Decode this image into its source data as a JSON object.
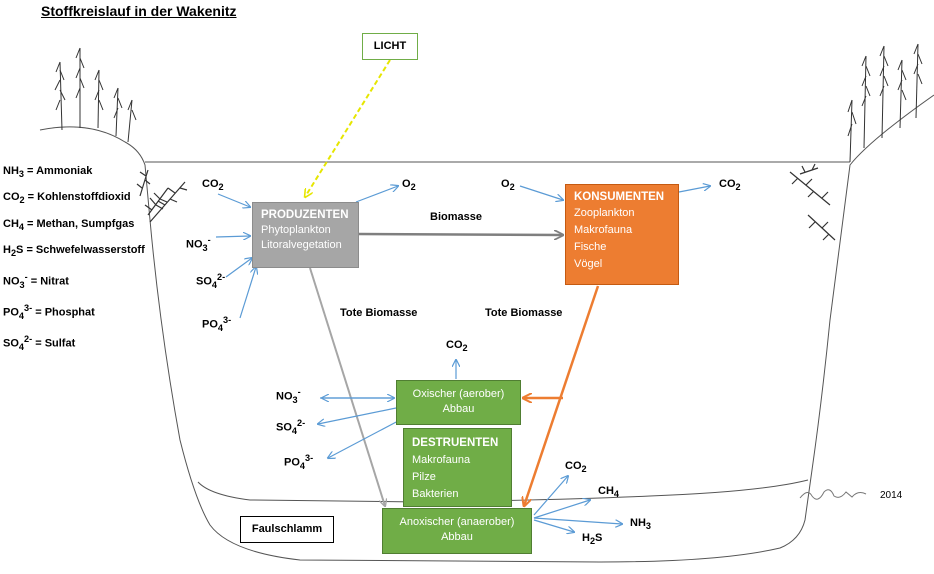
{
  "title": "Stoffkreislauf in der Wakenitz",
  "legend": [
    {
      "formula": "NH",
      "sub": "3",
      "sup": "",
      "text": " = Ammoniak"
    },
    {
      "formula": "CO",
      "sub": "2",
      "sup": "",
      "text": " = Kohlenstoffdioxid"
    },
    {
      "formula": "CH",
      "sub": "4",
      "sup": "",
      "text": " = Methan, Sumpfgas"
    },
    {
      "formula": "H",
      "sub": "2",
      "sup": "",
      "text": "S = Schwefelwasserstoff"
    },
    {
      "formula": "NO",
      "sub": "3",
      "sup": "-",
      "text": " = Nitrat"
    },
    {
      "formula": "PO",
      "sub": "4",
      "sup": "3-",
      "text": " = Phosphat"
    },
    {
      "formula": "SO",
      "sub": "4",
      "sup": "2-",
      "text": " = Sulfat"
    }
  ],
  "licht": "LICHT",
  "produzenten": {
    "head": "PRODUZENTEN",
    "items": [
      "Phytoplankton",
      "Litoralvegetation"
    ]
  },
  "konsumenten": {
    "head": "KONSUMENTEN",
    "items": [
      "Zooplankton",
      "Makrofauna",
      "Fische",
      "Vögel"
    ]
  },
  "oxischer": {
    "line1": "Oxischer (aerober)",
    "line2": "Abbau"
  },
  "destruenten": {
    "head": "DESTRUENTEN",
    "items": [
      "Makrofauna",
      "Pilze",
      "Bakterien"
    ]
  },
  "anoxischer": {
    "line1": "Anoxischer (anaerober)",
    "line2": "Abbau"
  },
  "faulschlamm": "Faulschlamm",
  "labels": {
    "biomasse": "Biomasse",
    "tote_biomasse_1": "Tote Biomasse",
    "tote_biomasse_2": "Tote Biomasse"
  },
  "chem": {
    "co2": {
      "base": "CO",
      "sub": "2",
      "sup": ""
    },
    "o2": {
      "base": "O",
      "sub": "2",
      "sup": ""
    },
    "no3": {
      "base": "NO",
      "sub": "3",
      "sup": "-"
    },
    "so4": {
      "base": "SO",
      "sub": "4",
      "sup": "2-"
    },
    "po4": {
      "base": "PO",
      "sub": "4",
      "sup": "3-"
    },
    "ch4": {
      "base": "CH",
      "sub": "4",
      "sup": ""
    },
    "nh3": {
      "base": "NH",
      "sub": "3",
      "sup": ""
    },
    "h2s": {
      "base": "H",
      "sub": "2",
      "sup": "",
      "tail": "S"
    }
  },
  "signature_year": "2014",
  "colors": {
    "produzenten": "#a6a6a6",
    "konsumenten": "#ed7d31",
    "destruenten": "#70ad47",
    "arrow_blue": "#5b9bd5",
    "arrow_grey": "#a6a6a6",
    "arrow_orange": "#ed7d31",
    "light_ray": "#ffff00"
  }
}
